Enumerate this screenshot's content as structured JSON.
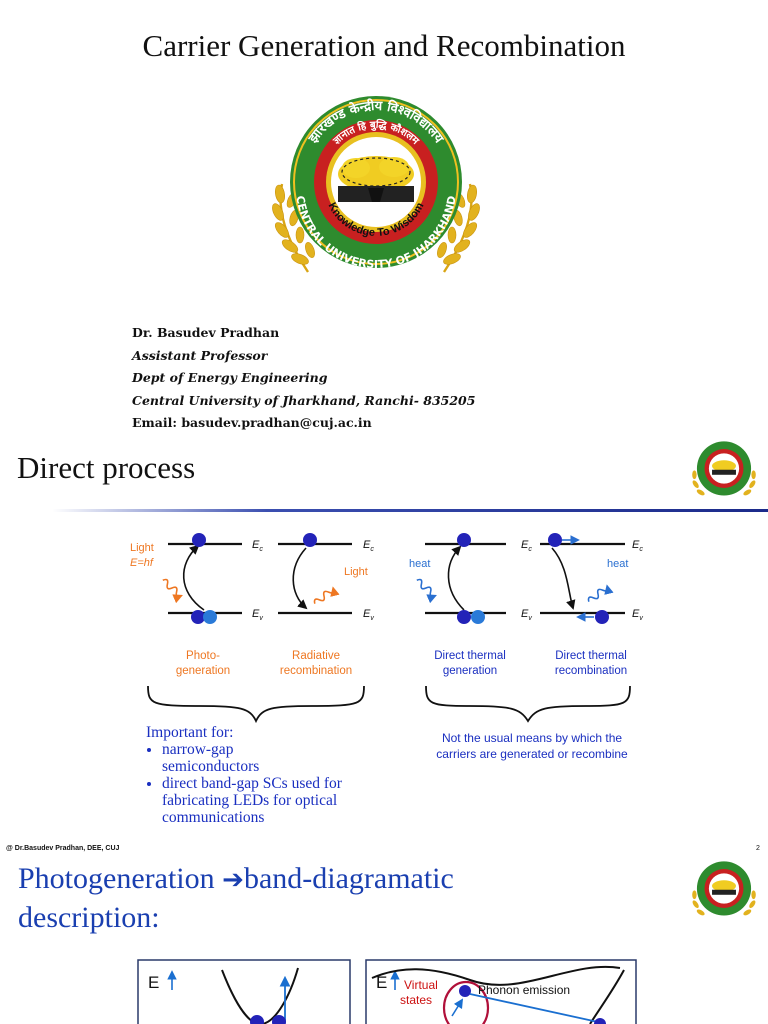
{
  "slide1": {
    "title": "Carrier Generation and Recombination",
    "logo": {
      "top_text": "झारखण्ड केन्द्रीय विश्वविद्यालय",
      "motto_hindi": "ज्ञानात हि बुद्धि कौशलम",
      "motto": "Knowledge To Wisdom",
      "bottom_text": "CENTRAL UNIVERSITY OF JHARKHAND",
      "colors": {
        "ring": "#2e8b2e",
        "inner": "#cc2222",
        "gold": "#e0b020",
        "wheat": "#e2b21e"
      }
    },
    "author": {
      "name": "Dr. Basudev Pradhan",
      "position": "Assistant Professor",
      "dept": "Dept of Energy Engineering",
      "institution": "Central University of Jharkhand, Ranchi- 835205",
      "email": "Email: basudev.pradhan@cuj.ac.in"
    }
  },
  "slide2": {
    "title": "Direct process",
    "diagram": {
      "ec": "E",
      "ec_sub": "c",
      "ev": "E",
      "ev_sub": "v",
      "light_left_1": "Light",
      "light_left_2": "E=hf",
      "light_right": "Light",
      "heat_left": "heat",
      "heat_right": "heat",
      "cap_photo_1": "Photo-",
      "cap_photo_2": "generation",
      "cap_rad_1": "Radiative",
      "cap_rad_2": "recombination",
      "cap_dtg_1": "Direct thermal",
      "cap_dtg_2": "generation",
      "cap_dtr_1": "Direct thermal",
      "cap_dtr_2": "recombination",
      "colors": {
        "orange": "#ee7722",
        "blue": "#2a6fd0",
        "dot": "#2323b8"
      }
    },
    "important": {
      "heading": "Important for:",
      "items": [
        "narrow-gap semiconductors",
        "direct band-gap SCs used for fabricating LEDs for optical communications"
      ]
    },
    "note": "Not the usual means by which the carriers are generated or recombine",
    "footer": "@ Dr.Basudev Pradhan, DEE, CUJ",
    "page_number": "2"
  },
  "slide3": {
    "title_part1": "Photogeneration ",
    "arrow": "➔",
    "title_part2": "band-diagramatic description:",
    "left_axis": "E",
    "right_axis": "E",
    "virtual_1": "Virtual",
    "virtual_2": "states",
    "phonon": "Phonon emission"
  }
}
